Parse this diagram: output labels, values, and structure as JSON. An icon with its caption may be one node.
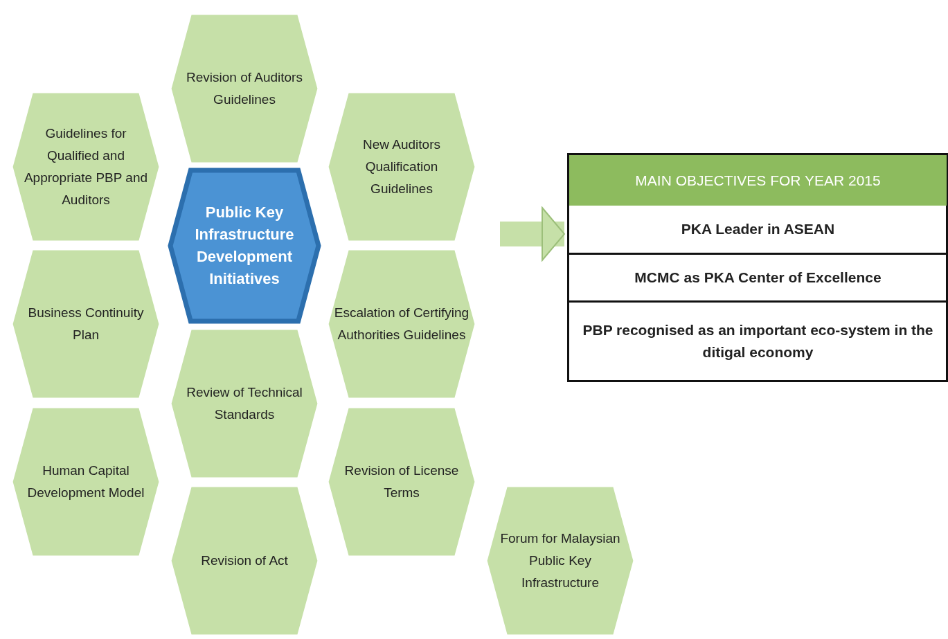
{
  "diagram": {
    "nodes": [
      {
        "text": [
          "Revision of Auditors Guidelines"
        ]
      },
      {
        "text": [
          "Guidelines for Qualified and Appropriate PBP and Auditors"
        ]
      },
      {
        "text": [
          "New Auditors Qualification Guidelines"
        ]
      },
      {
        "text": [
          "Public Key Infrastructure Development Initiatives"
        ]
      },
      {
        "text": [
          "Business Continuity Plan"
        ]
      },
      {
        "text": [
          "Escalation of Certifying Authorities Guidelines"
        ]
      },
      {
        "text": [
          "Review of Technical Standards"
        ]
      },
      {
        "text": [
          "Human Capital Development Model"
        ]
      },
      {
        "text": [
          "Revision of License Terms"
        ]
      },
      {
        "text": [
          "Revision of Act"
        ]
      },
      {
        "text": [
          "Forum for Malaysian Public Key Infrastructure"
        ]
      },
      {
        "text": [],
        "shape": "box"
      },
      {
        "text": [
          "MAIN OBJECTIVES FOR YEAR 2015"
        ],
        "in": 11
      },
      {
        "text": [
          "PKA Leader in ASEAN"
        ],
        "in": 11
      },
      {
        "text": [
          "MCMC as PKA Center of Excellence"
        ],
        "in": 11
      },
      {
        "text": [
          "PBP recognised as an important eco-system in the ditigal economy"
        ],
        "in": 11
      }
    ],
    "edges": [
      {
        "from": null,
        "to": 11,
        "arrow": "to"
      }
    ]
  }
}
